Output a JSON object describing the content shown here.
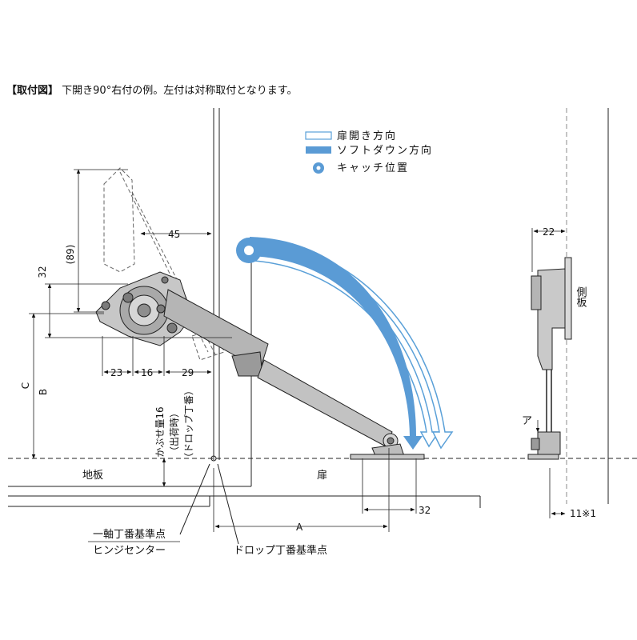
{
  "caption": {
    "bracket": "【取付図】",
    "text": "下開き90°右付の例。左付は対称取付となります。"
  },
  "legend": {
    "open_direction": "扉開き方向",
    "soft_down": "ソフトダウン方向",
    "catch_position": "キャッチ位置",
    "colors": {
      "open": "#5aa0d8",
      "soft": "#5a9bd5",
      "catch": "#5a9bd5"
    }
  },
  "dimensions": {
    "d45": "45",
    "d89": "(89)",
    "d32_top": "32",
    "d23": "23",
    "d16": "16",
    "d29": "29",
    "dC": "C",
    "dB": "B",
    "d32_bottom": "32",
    "dA": "A",
    "d22": "22",
    "d11": "11※1"
  },
  "labels": {
    "overlay": "かぶせ量16",
    "shipping": "（出荷時）",
    "drop_hinge_paren": "（ドロップ丁番）",
    "floor_board": "地板",
    "door": "扉",
    "side_board": "側板",
    "arrow_a": "ア",
    "single_hinge_ref": "一軸丁番基準点",
    "hinge_center": "ヒンジセンター",
    "drop_hinge_ref": "ドロップ丁番基準点"
  }
}
